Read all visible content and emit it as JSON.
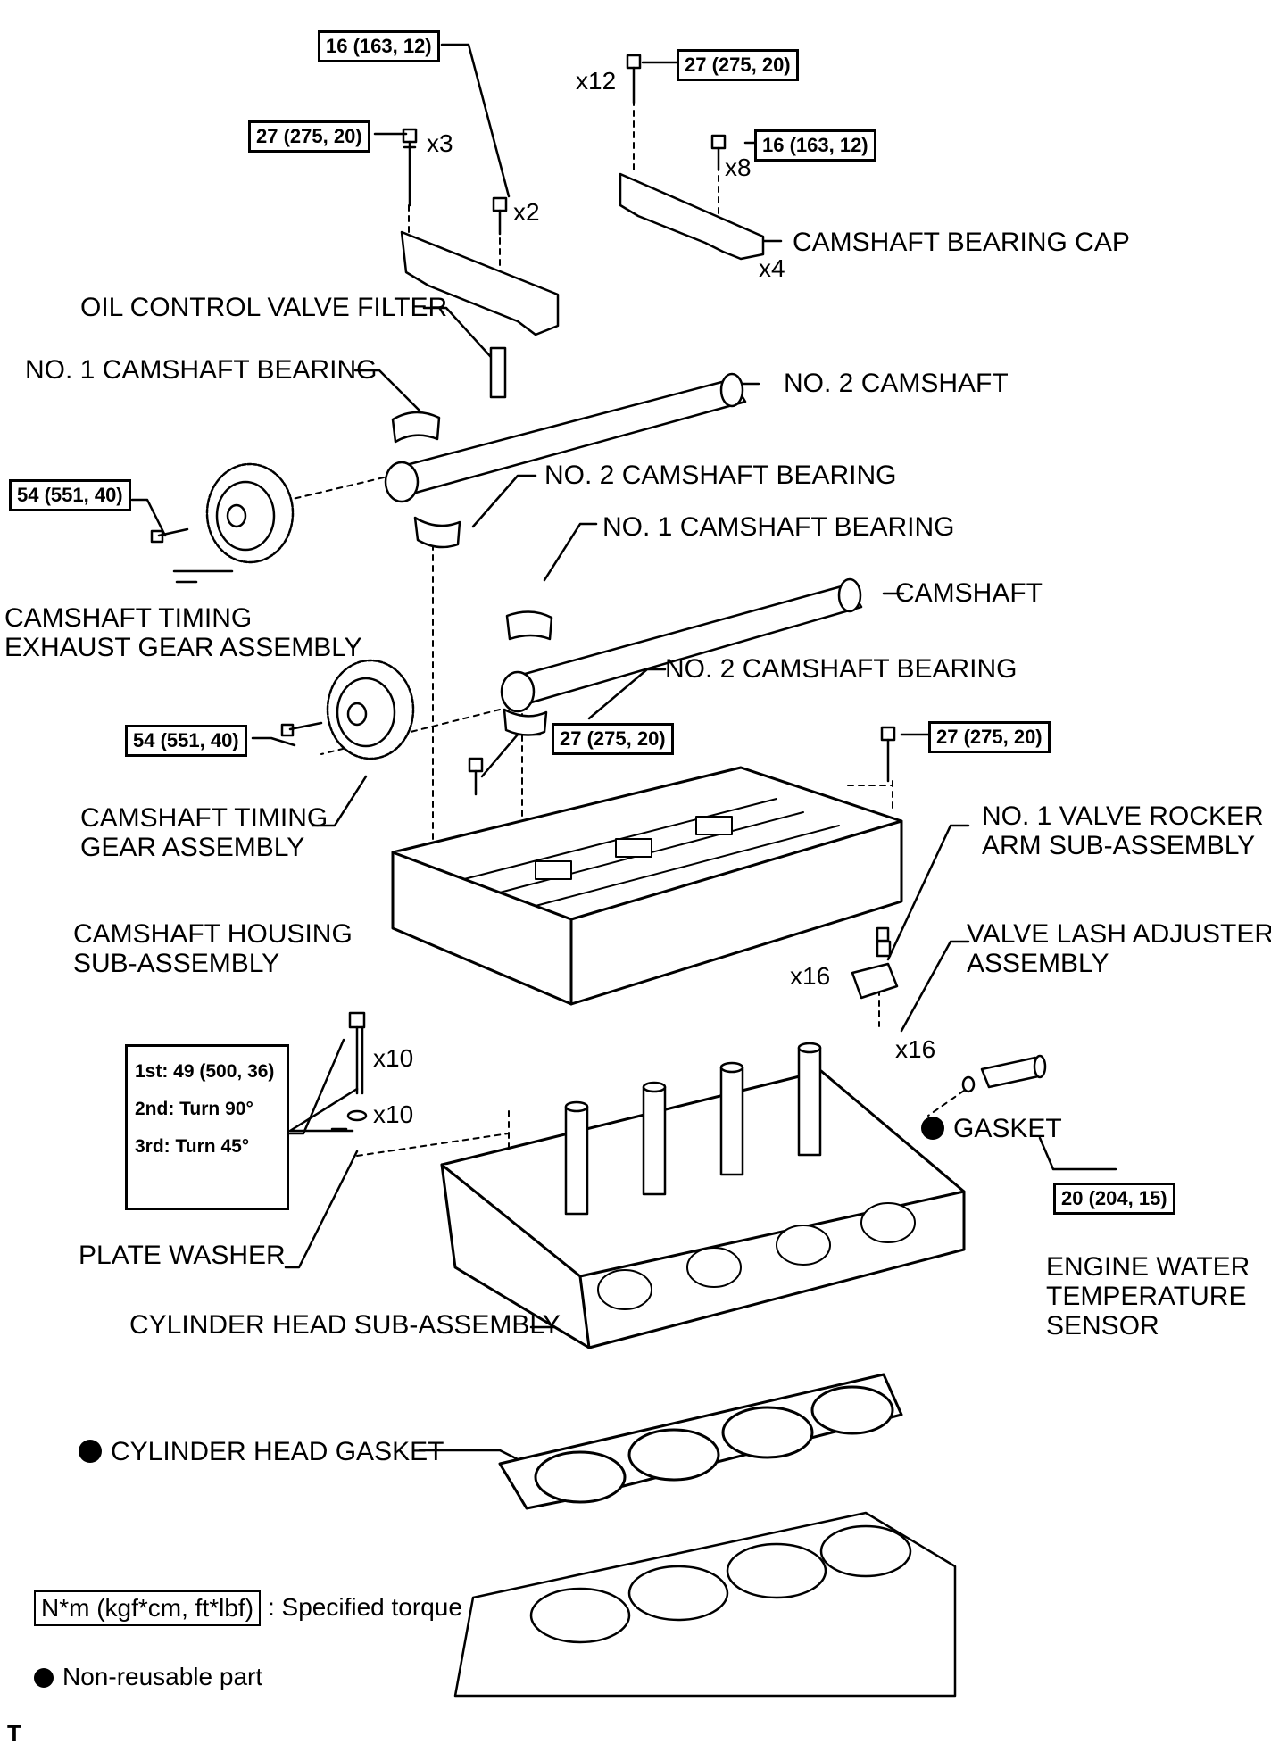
{
  "torque": {
    "t1": "16 (163, 12)",
    "t2": "27 (275, 20)",
    "t3": "27 (275, 20)",
    "t4": "16 (163, 12)",
    "t5": "54 (551, 40)",
    "t6": "54 (551, 40)",
    "t7": "27 (275, 20)",
    "t8": "27 (275, 20)",
    "t9": "20 (204, 15)"
  },
  "head_bolt_torque": {
    "first": "1st: 49 (500, 36)",
    "second": "2nd: Turn 90°",
    "third": "3rd: Turn 45°"
  },
  "quantities": {
    "q_x3": "x3",
    "q_x2": "x2",
    "q_x12": "x12",
    "q_x8": "x8",
    "q_x4": "x4",
    "q_x16a": "x16",
    "q_x16b": "x16",
    "q_x10a": "x10",
    "q_x10b": "x10"
  },
  "labels": {
    "camshaft_bearing_cap": "CAMSHAFT BEARING CAP",
    "oil_control_valve_filter": "OIL CONTROL VALVE FILTER",
    "no1_cam_bearing_upper": "NO. 1 CAMSHAFT BEARING",
    "no2_camshaft": "NO. 2 CAMSHAFT",
    "no2_cam_bearing_upper": "NO. 2 CAMSHAFT BEARING",
    "no1_cam_bearing_lower": "NO. 1 CAMSHAFT BEARING",
    "camshaft": "CAMSHAFT",
    "no2_cam_bearing_lower": "NO. 2 CAMSHAFT BEARING",
    "exhaust_gear_l1": "CAMSHAFT TIMING",
    "exhaust_gear_l2": "EXHAUST GEAR ASSEMBLY",
    "timing_gear_l1": "CAMSHAFT TIMING",
    "timing_gear_l2": "GEAR ASSEMBLY",
    "housing_l1": "CAMSHAFT HOUSING",
    "housing_l2": "SUB-ASSEMBLY",
    "rocker_l1": "NO. 1 VALVE ROCKER",
    "rocker_l2": "ARM SUB-ASSEMBLY",
    "lash_l1": "VALVE LASH ADJUSTER",
    "lash_l2": "ASSEMBLY",
    "gasket": "GASKET",
    "plate_washer": "PLATE WASHER",
    "cylinder_head": "CYLINDER HEAD SUB-ASSEMBLY",
    "sensor_l1": "ENGINE WATER",
    "sensor_l2": "TEMPERATURE",
    "sensor_l3": "SENSOR",
    "head_gasket": "CYLINDER HEAD GASKET"
  },
  "legend": {
    "torque_unit": "N*m (kgf*cm, ft*lbf)",
    "torque_desc": ": Specified torque",
    "nonreusable": "Non-reusable part"
  },
  "corner_mark": "T"
}
